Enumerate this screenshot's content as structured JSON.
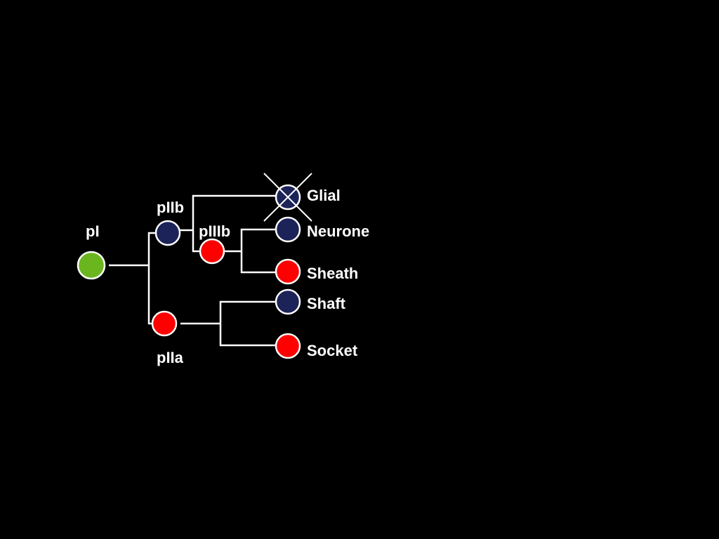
{
  "colors": {
    "background": "#000000",
    "green": "#6bb51f",
    "red": "#ff0000",
    "navy": "#1b2358",
    "line": "#ffffff"
  },
  "nodes": {
    "pI": {
      "label": "pI",
      "color": "green"
    },
    "pIIb": {
      "label": "pIIb",
      "color": "navy"
    },
    "pIIa": {
      "label": "pIIa",
      "color": "red"
    },
    "pIIIb": {
      "label": "pIIIb",
      "color": "red"
    },
    "glial": {
      "label": "Glial",
      "color": "navy",
      "crossed_out": true
    },
    "neurone": {
      "label": "Neurone",
      "color": "navy"
    },
    "sheath": {
      "label": "Sheath",
      "color": "red"
    },
    "shaft": {
      "label": "Shaft",
      "color": "navy"
    },
    "socket": {
      "label": "Socket",
      "color": "red"
    }
  }
}
